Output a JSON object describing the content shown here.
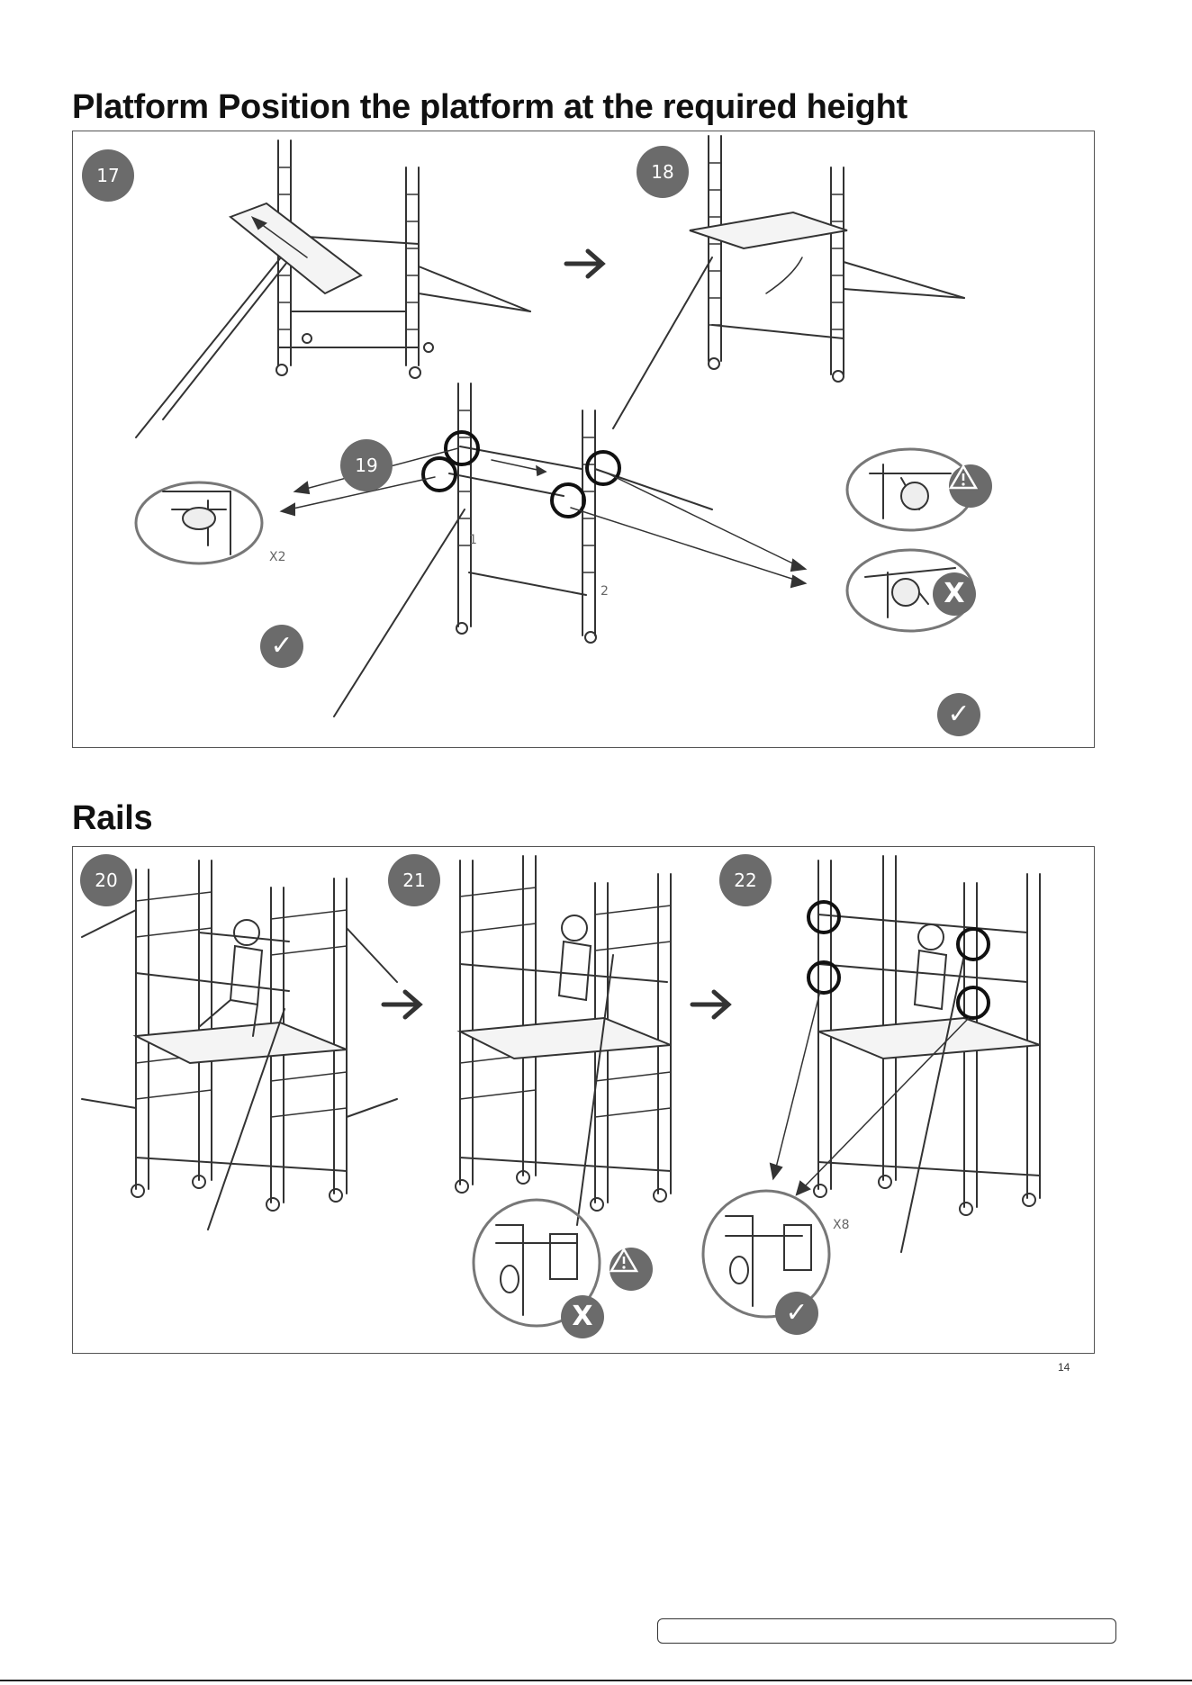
{
  "sections": {
    "platform": {
      "title": "Platform Position the platform at the required height"
    },
    "rails": {
      "title": "Rails"
    }
  },
  "steps": {
    "s17": "17",
    "s18": "18",
    "s19": "19",
    "s20": "20",
    "s21": "21",
    "s22": "22"
  },
  "labels": {
    "x2": "X2",
    "x8": "X8",
    "one": "1",
    "two": "2"
  },
  "icons": {
    "correct": "✓",
    "incorrect": "X"
  },
  "colors": {
    "badge": "#6b6b6b",
    "line": "#333333"
  },
  "footer": {
    "text": "",
    "page_mark": "14"
  }
}
